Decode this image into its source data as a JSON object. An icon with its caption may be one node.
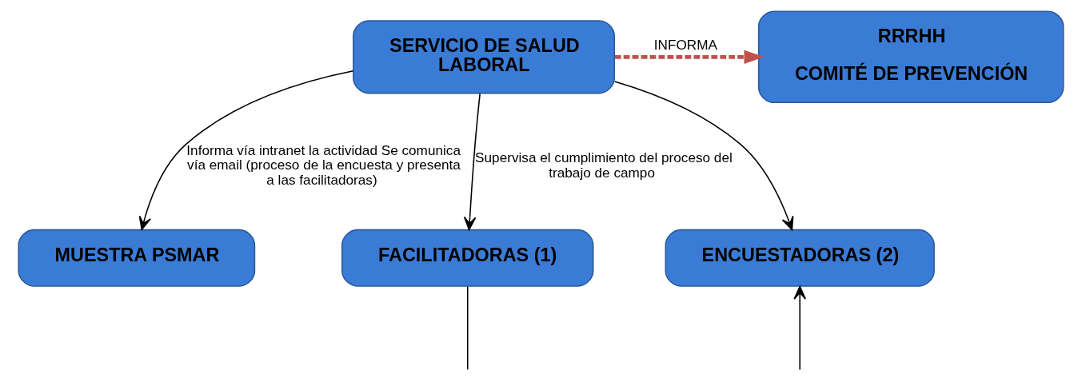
{
  "diagram": {
    "nodes": [
      {
        "text": [
          "SERVICIO DE SALUD LABORAL"
        ]
      },
      {
        "text": [
          "RRRHH",
          "COMITÉ DE PREVENCIÓN"
        ]
      },
      {
        "text": [
          "MUESTRA PSMAR"
        ]
      },
      {
        "text": [
          "FACILITADORAS (1)"
        ]
      },
      {
        "text": [
          "ENCUESTADORAS (2)"
        ]
      }
    ],
    "edges": [
      {
        "from": 0,
        "to": 1,
        "arrow": "to",
        "label": "INFORMA",
        "style": "dashed",
        "color": "#c0504d"
      },
      {
        "from": 0,
        "to": 2,
        "arrow": "to",
        "label": "Informa vía intranet la actividad Se comunica  vía email (proceso de la encuesta y presenta a las facilitadoras)"
      },
      {
        "from": 0,
        "to": 3,
        "arrow": "to",
        "label": "Supervisa el cumplimiento del proceso del trabajo de campo"
      },
      {
        "from": 0,
        "to": 4,
        "arrow": "to"
      },
      {
        "from": 3,
        "to": null,
        "arrow": "none"
      },
      {
        "from": null,
        "to": 4,
        "arrow": "to"
      }
    ]
  }
}
